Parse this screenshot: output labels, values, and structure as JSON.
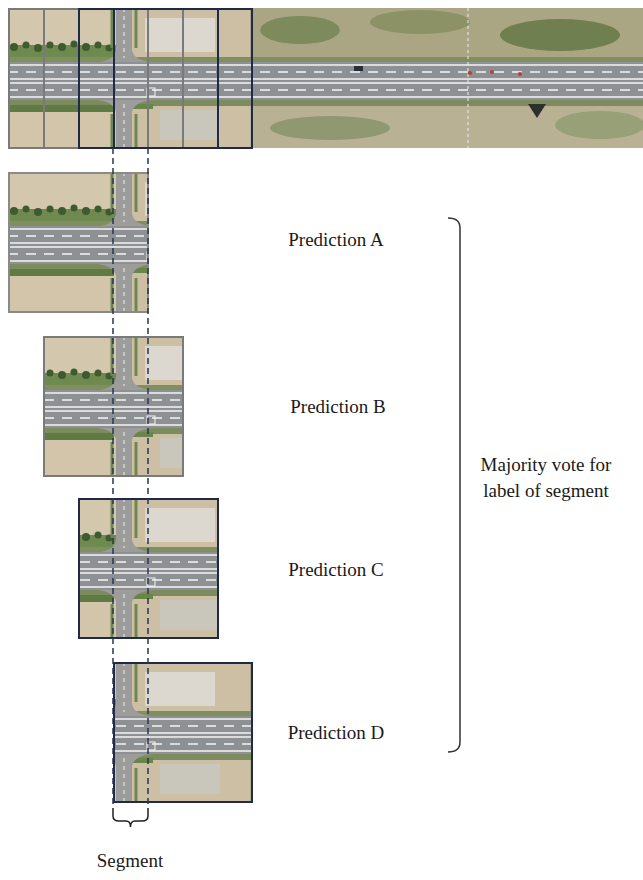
{
  "diagram": {
    "labels": [
      "Prediction A",
      "Prediction B",
      "Prediction C",
      "Prediction D",
      "Majority vote for label of segment",
      "Segment"
    ]
  }
}
